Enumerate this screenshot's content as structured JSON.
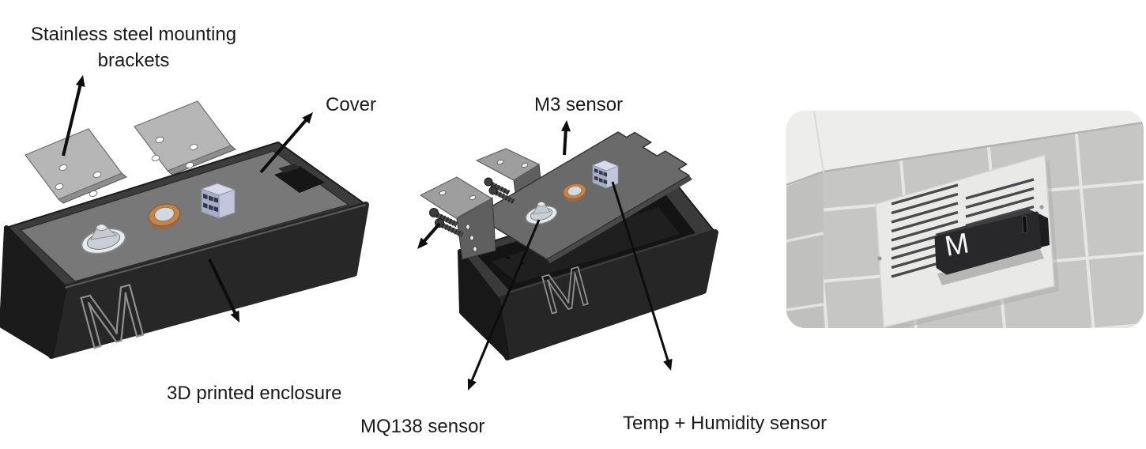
{
  "labels": {
    "mounting_brackets": "Stainless steel mounting brackets",
    "cover": "Cover",
    "m3_sensor": "M3 sensor",
    "printed_enclosure": "3D printed enclosure",
    "mq138_sensor": "MQ138 sensor",
    "temp_humidity_sensor": "Temp + Humidity sensor"
  },
  "figures": {
    "assembled": {
      "logo": "M"
    },
    "exploded": {
      "logo": "M"
    },
    "photo": {
      "logo": "M"
    }
  },
  "colors": {
    "background": "#ffffff",
    "label_text": "#1a1a1a",
    "arrow": "#0d0d0d",
    "enclosure_dark": "#262626",
    "enclosure_rim": "#3c3c3c",
    "cover_gray": "#777777",
    "bracket_gray": "#b6b6b6",
    "copper_ring": "#c0854f",
    "terminal_block": "#aeb3cc",
    "sensor_white": "#e8eaec",
    "photo_wall_tile": "#c6c6c4",
    "photo_ceiling": "#ededeb",
    "vent_white": "#e9e9e8",
    "device_black": "#28282a"
  }
}
